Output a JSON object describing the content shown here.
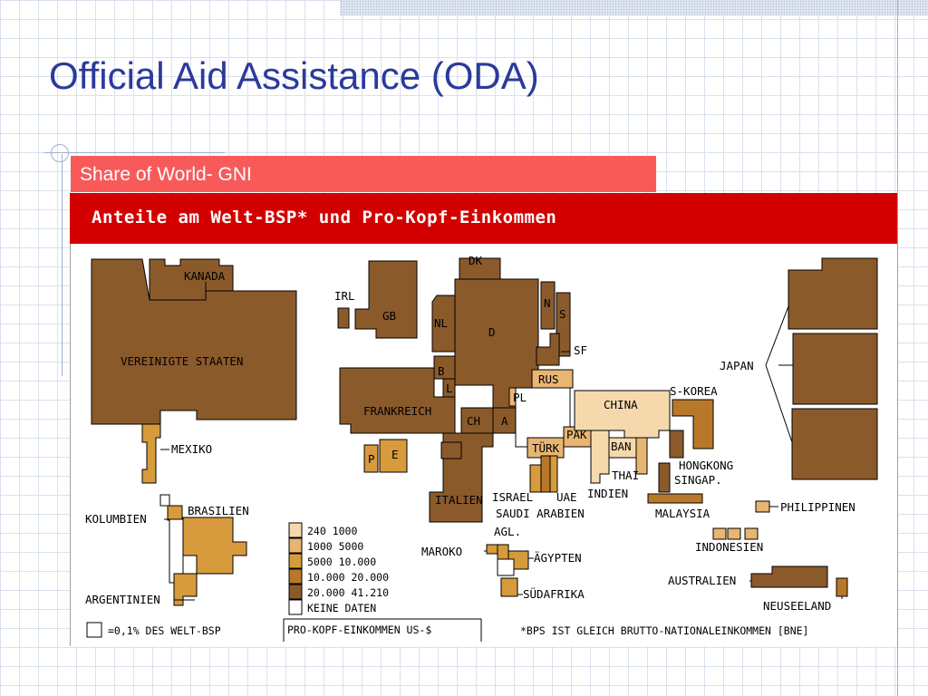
{
  "slide": {
    "title": "Official Aid Assistance (ODA)",
    "subtitle": "Share of World- GNI"
  },
  "figure": {
    "header": "Anteile am Welt-BSP* und Pro-Kopf-Einkommen",
    "countries": {
      "kanada": "KANADA",
      "usa": "VEREINIGTE STAATEN",
      "mexiko": "MEXIKO",
      "kolumbien": "KOLUMBIEN",
      "brasilien": "BRASILIEN",
      "argentinien": "ARGENTINIEN",
      "irl": "IRL",
      "gb": "GB",
      "nl": "NL",
      "dk": "DK",
      "d": "D",
      "n": "N",
      "s": "S",
      "sf": "SF",
      "b": "B",
      "l": "L",
      "frankreich": "FRANKREICH",
      "ch": "CH",
      "a": "A",
      "pl": "PL",
      "rus": "RUS",
      "p": "P",
      "e": "E",
      "italien": "ITALIEN",
      "turk": "TÜRK",
      "pak": "PAK",
      "israel": "ISRAEL",
      "uae": "UAE",
      "saudi": "SAUDI ARABIEN",
      "china": "CHINA",
      "ban": "BAN",
      "indien": "INDIEN",
      "thai": "THAI",
      "skorea": "S-KOREA",
      "hongkong": "HONGKONG",
      "singap": "SINGAP.",
      "japan": "JAPAN",
      "malaysia": "MALAYSIA",
      "philippinen": "PHILIPPINEN",
      "indonesien": "INDONESIEN",
      "australien": "AUSTRALIEN",
      "neuseeland": "NEUSEELAND",
      "agl": "AGL.",
      "maroko": "MAROKO",
      "aegypten": "ÄGYPTEN",
      "suedafrika": "SÜDAFRIKA"
    },
    "legend": {
      "items": [
        {
          "label": "240   1000",
          "color": "#f5d9ad"
        },
        {
          "label": "1000  5000",
          "color": "#e8b573"
        },
        {
          "label": "5000  10.000",
          "color": "#d79a3c"
        },
        {
          "label": "10.000  20.000",
          "color": "#b8782a"
        },
        {
          "label": "20.000   41.210",
          "color": "#8b5a2b"
        },
        {
          "label": "KEINE DATEN",
          "color": "#ffffff"
        }
      ],
      "title": "PRO-KOPF-EINKOMMEN US-$"
    },
    "scale_note": "=0,1% DES WELT-BSP",
    "footnote": "*BPS IST GLEICH BRUTTO-NATIONALEINKOMMEN [BNE]"
  },
  "colors": {
    "title_blue": "#2b3a9a",
    "subtitle_red": "#f85a5a",
    "header_red": "#d30000",
    "dark_brown": "#8b5a2b",
    "mid_brown": "#b8782a",
    "orange": "#d79a3c",
    "light_orange": "#e8b573",
    "pale": "#f5d9ad"
  }
}
